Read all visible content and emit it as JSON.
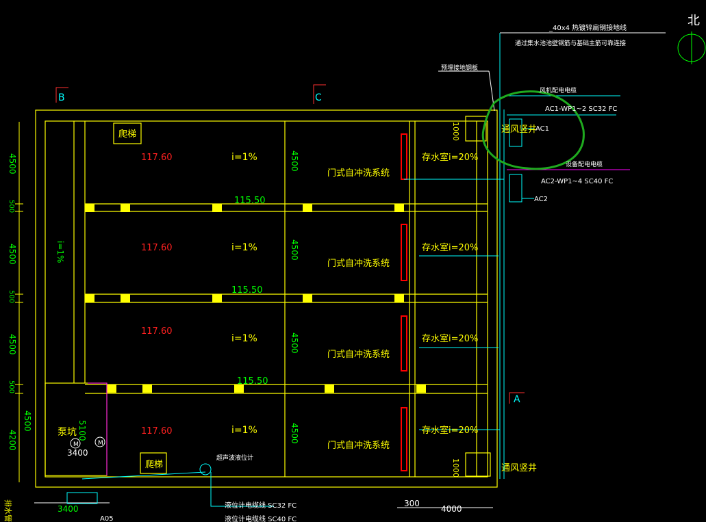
{
  "labels": {
    "north": "北",
    "axis_b": "B",
    "axis_c": "C",
    "axis_a": "A",
    "ladder": "爬梯",
    "sump": "泵坑",
    "vent_shaft": "通风竖井",
    "ground_steel_note": "_40x4 热镀锌扁钢接地线",
    "ground_connect_note": "通过集水池池壁钢筋与基础主筋可靠连接",
    "embedded_steel": "预埋接地钢板",
    "fan_cable": "风机配电电缆",
    "equip_cable": "设备配电电缆",
    "ac1_code": "AC1-WP1~2 SC32 FC",
    "ac1": "AC1",
    "ac2_code": "AC2-WP1~4 SC40 FC",
    "ac2": "AC2",
    "flush_system": "门式自冲洗系统",
    "storage_room": "存水室i=20%",
    "slope": "i=1%",
    "slope_vertical": "i=1%",
    "ultrasonic": "超声波液位计",
    "level_cable1": "液位计电缆线  SC32 FC",
    "level_cable2": "液位计电缆线  SC40 FC",
    "side_label": "排水管"
  },
  "elevations": {
    "level_top": "117.60",
    "level_beam": "115.50"
  },
  "dimensions": {
    "d4500": "4500",
    "d500": "500",
    "d1000": "1000",
    "d4200": "4200",
    "d5100": "5100",
    "d3400": "3400",
    "d300": "300",
    "d4000": "4000",
    "d405": "A05"
  },
  "colors": {
    "background": "#000000",
    "structure": "#ffff00",
    "text_yellow": "#ffff00",
    "dimension": "#00ff00",
    "elevation_red": "#ff2020",
    "cable_cyan": "#00ffff",
    "cable_magenta": "#ff00ff",
    "annotation_white": "#ffffff",
    "highlight_circle": "#1faa1f",
    "beam_fill": "#ffff00",
    "flush_red": "#ff0000"
  }
}
